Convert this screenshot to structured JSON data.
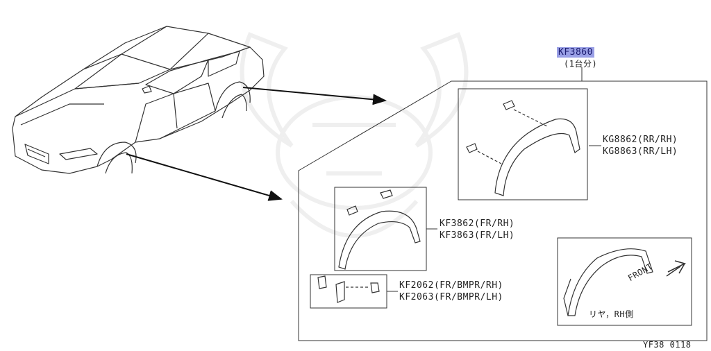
{
  "kit": {
    "code": "KF3860",
    "qty_note": "(1台分)"
  },
  "parts": [
    {
      "id": "rear-flare",
      "codes": [
        "KG8862(RR/RH)",
        "KG8863(RR/LH)"
      ]
    },
    {
      "id": "front-flare",
      "codes": [
        "KF3862(FR/RH)",
        "KF3863(FR/LH)"
      ]
    },
    {
      "id": "bumper-piece",
      "codes": [
        "KF2062(FR/BMPR/RH)",
        "KF2063(FR/BMPR/LH)"
      ]
    }
  ],
  "inset": {
    "direction": "FRONT",
    "note": "リヤ，RH側"
  },
  "figure_id": "YF38 0118"
}
